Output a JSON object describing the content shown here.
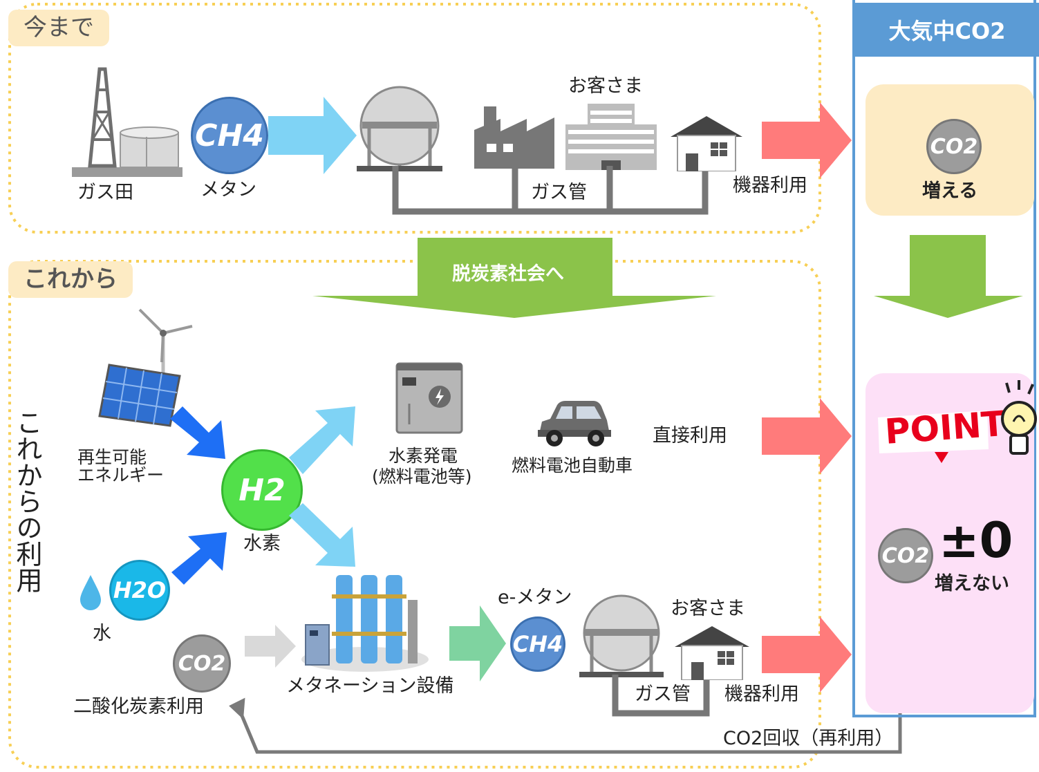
{
  "sections": {
    "past_label": "今まで",
    "future_label": "これから",
    "future_vertical": "これからの利用"
  },
  "past": {
    "gas_field": "ガス田",
    "methane": "メタン",
    "ch4_symbol": "CH4",
    "customers": "お客さま",
    "gas_pipe": "ガス管",
    "equipment_use": "機器利用"
  },
  "transition_label": "脱炭素社会へ",
  "future": {
    "renewable": "再生可能\nエネルギー",
    "renewable_line1": "再生可能",
    "renewable_line2": "エネルギー",
    "h2_symbol": "H2",
    "hydrogen": "水素",
    "h2o_symbol": "H2O",
    "water": "水",
    "co2_symbol": "CO2",
    "co2_use": "二酸化炭素利用",
    "h2_power_line1": "水素発電",
    "h2_power_line2": "(燃料電池等)",
    "fcv": "燃料電池自動車",
    "direct_use": "直接利用",
    "methanation": "メタネーション設備",
    "e_methane": "e-メタン",
    "ch4_symbol": "CH4",
    "customers": "お客さま",
    "gas_pipe": "ガス管",
    "equipment_use": "機器利用",
    "co2_recovery": "CO2回収（再利用）"
  },
  "atmosphere": {
    "header": "大気中CO2",
    "co2_symbol": "CO2",
    "increase": "増える",
    "point": "POINT",
    "plus_minus_zero": "±0",
    "no_increase": "増えない"
  },
  "colors": {
    "past_bg": "#fdebc4",
    "future_bg": "#fde0f7",
    "panel_blue": "#5b9bd5",
    "arrow_red": "#ff7b7b",
    "arrow_green": "#8bc34a",
    "arrow_lightblue": "#7fd3f5",
    "arrow_blue": "#1e6ff5",
    "h2_green": "#52e04a",
    "h2o_cyan": "#1ab8e8",
    "point_red": "#e8001c"
  }
}
